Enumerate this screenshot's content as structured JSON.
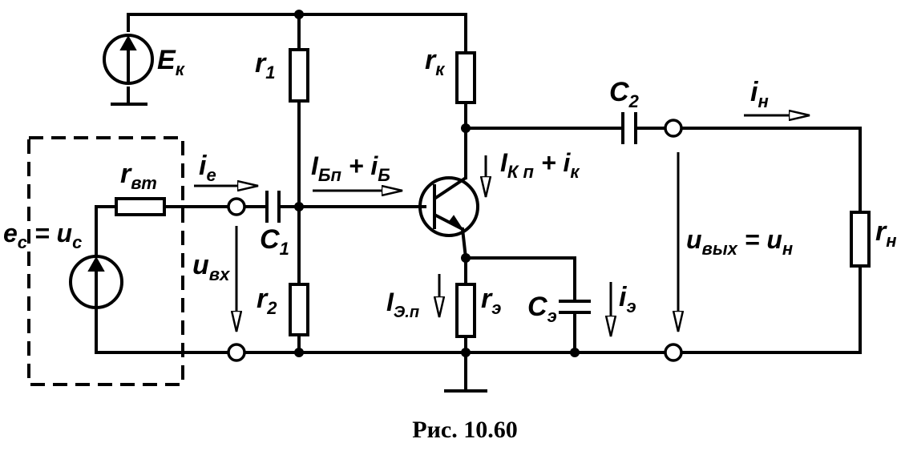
{
  "labels": {
    "ek": {
      "main": "E",
      "sub": "к"
    },
    "r1": {
      "main": "r",
      "sub": "1"
    },
    "rk": {
      "main": "r",
      "sub": "к"
    },
    "c2": {
      "main": "C",
      "sub": "2"
    },
    "in": {
      "main": "i",
      "sub": "н"
    },
    "rvt": {
      "main": "r",
      "sub": "вт"
    },
    "ie": {
      "main": "i",
      "sub": "е"
    },
    "ibp": {
      "main": "I",
      "sub": "Бп",
      "mid": " + ",
      "main2": "i",
      "sub2": "Б"
    },
    "ikp": {
      "main": "I",
      "sub": "К п",
      "mid": " + ",
      "main2": "i",
      "sub2": "к"
    },
    "ec": {
      "main": "e",
      "sub": "с",
      "mid": " = ",
      "main2": "u",
      "sub2": "с"
    },
    "c1": {
      "main": "C",
      "sub": "1"
    },
    "uvx": {
      "main": "u",
      "sub": "вх"
    },
    "r2": {
      "main": "r",
      "sub": "2"
    },
    "iep": {
      "main": "I",
      "sub": "Э.п"
    },
    "re": {
      "main": "r",
      "sub": "э"
    },
    "ce": {
      "main": "C",
      "sub": "э"
    },
    "ie3": {
      "main": "i",
      "sub": "э"
    },
    "uvyx": {
      "main": "u",
      "sub": "вых",
      "mid": " = ",
      "main2": "u",
      "sub2": "н"
    },
    "rn": {
      "main": "r",
      "sub": "н"
    }
  },
  "caption": "Рис. 10.60"
}
